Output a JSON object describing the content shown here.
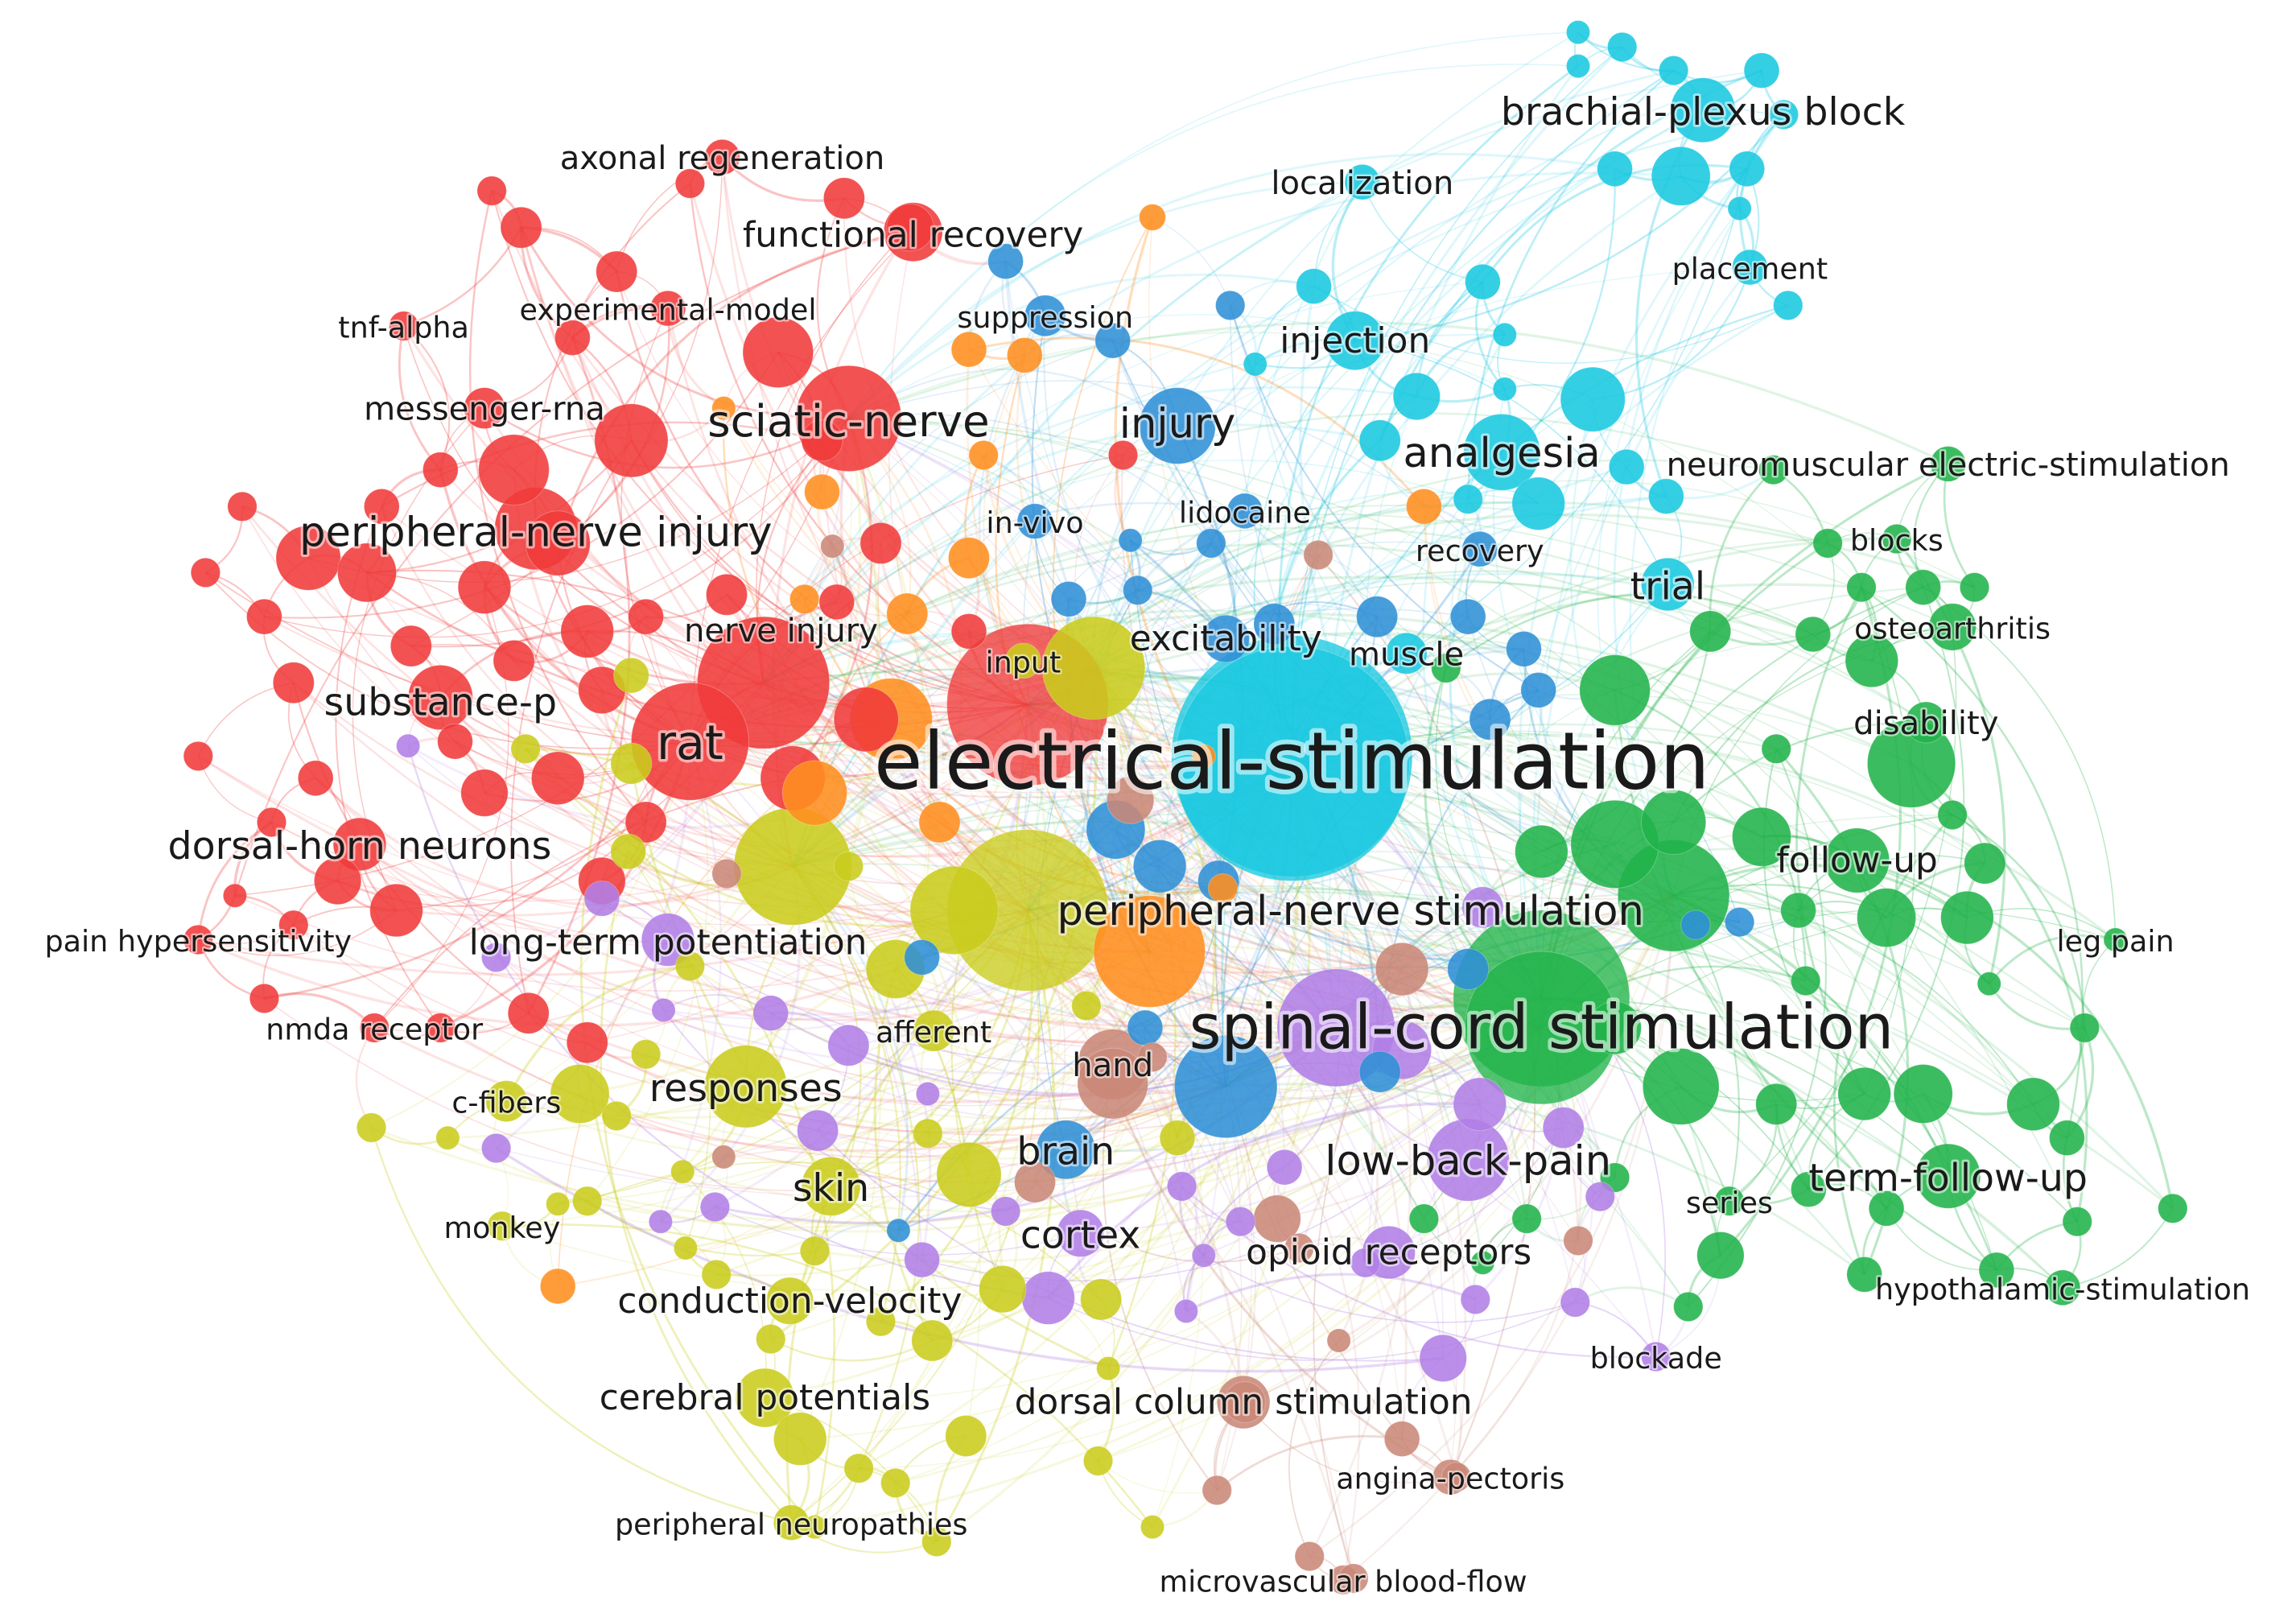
{
  "network": {
    "clusters": [
      {
        "id": "red",
        "color": "#f03a3a"
      },
      {
        "id": "cyan",
        "color": "#19c8e0"
      },
      {
        "id": "blue",
        "color": "#2f8fd6"
      },
      {
        "id": "green",
        "color": "#21b34a"
      },
      {
        "id": "yellow",
        "color": "#c9cc1c"
      },
      {
        "id": "purple",
        "color": "#b07ee6"
      },
      {
        "id": "orange",
        "color": "#ff8e1f"
      },
      {
        "id": "brown",
        "color": "#c98877"
      }
    ],
    "labels": {
      "electrical_stimulation": "electrical-stimulation",
      "spinal_cord_stimulation": "spinal-cord stimulation",
      "peripheral_nerve_stimulation": "peripheral-nerve stimulation",
      "sciatic_nerve": "sciatic-nerve",
      "peripheral_nerve_injury": "peripheral-nerve injury",
      "rat": "rat",
      "nerve_injury": "nerve injury",
      "substance_p": "substance-p",
      "dorsal_horn_neurons": "dorsal-horn neurons",
      "long_term_potentiation": "long-term potentiation",
      "pain_hypersensitivity": "pain hypersensitivity",
      "nmda_receptor": "nmda receptor",
      "messenger_rna": "messenger-rna",
      "tnf_alpha": "tnf-alpha",
      "experimental_model": "experimental-model",
      "axonal_regeneration": "axonal regeneration",
      "functional_recovery": "functional recovery",
      "suppression": "suppression",
      "injury": "injury",
      "in_vivo": "in-vivo",
      "lidocaine": "lidocaine",
      "input": "input",
      "excitability": "excitability",
      "muscle": "muscle",
      "localization": "localization",
      "brachial_plexus_block": "brachial-plexus block",
      "placement": "placement",
      "injection": "injection",
      "analgesia": "analgesia",
      "neuromuscular_electric_stimulation": "neuromuscular electric-stimulation",
      "recovery": "recovery",
      "trial": "trial",
      "blocks": "blocks",
      "osteoarthritis": "osteoarthritis",
      "disability": "disability",
      "follow_up": "follow-up",
      "leg_pain": "leg pain",
      "term_follow_up": "term-follow-up",
      "series": "series",
      "hypothalamic_stimulation": "hypothalamic-stimulation",
      "blockade": "blockade",
      "low_back_pain": "low-back-pain",
      "opioid_receptors": "opioid receptors",
      "hand": "hand",
      "brain": "brain",
      "cortex": "cortex",
      "afferent": "afferent",
      "responses": "responses",
      "c_fibers": "c-fibers",
      "skin": "skin",
      "monkey": "monkey",
      "conduction_velocity": "conduction-velocity",
      "cerebral_potentials": "cerebral potentials",
      "dorsal_column_stimulation": "dorsal column stimulation",
      "angina_pectoris": "angina-pectoris",
      "peripheral_neuropathies": "peripheral neuropathies",
      "microvascular_blood_flow": "microvascular blood-flow"
    }
  }
}
